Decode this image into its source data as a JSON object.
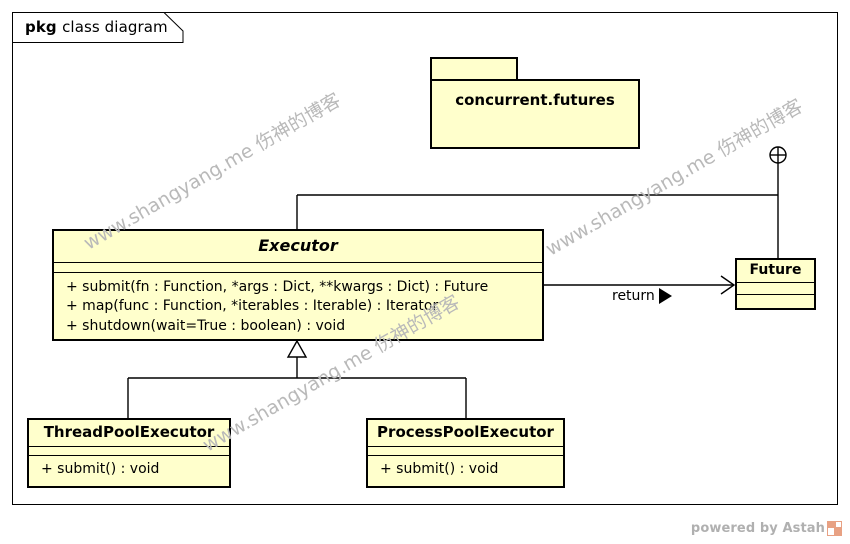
{
  "frame": {
    "keyword": "pkg",
    "title": "class diagram"
  },
  "package": {
    "name": "concurrent.futures",
    "containment_icon": "circle-plus-icon"
  },
  "classes": {
    "executor": {
      "name": "Executor",
      "abstract": true,
      "attributes": [],
      "operations": [
        "+ submit(fn : Function, *args : Dict, **kwargs : Dict) : Future",
        "+ map(func : Function, *iterables : Iterable) : Iterator",
        "+ shutdown(wait=True : boolean) : void"
      ]
    },
    "future": {
      "name": "Future",
      "abstract": false,
      "attributes": [],
      "operations": []
    },
    "thread_pool_executor": {
      "name": "ThreadPoolExecutor",
      "abstract": false,
      "attributes": [],
      "operations": [
        "+ submit() : void"
      ]
    },
    "process_pool_executor": {
      "name": "ProcessPoolExecutor",
      "abstract": false,
      "attributes": [],
      "operations": [
        "+ submit() : void"
      ]
    }
  },
  "relations": {
    "dependency_label": "return",
    "direction_icon": "solid-triangle-right-icon",
    "generalization_icon": "hollow-triangle-up-icon"
  },
  "watermarks": {
    "text": "www.shangyang.me 伤神的博客"
  },
  "credit": {
    "text": "powered by Astah",
    "logo_icon": "astah-logo-icon"
  },
  "colors": {
    "class_fill": "#ffffcc",
    "line": "#000000",
    "watermark": "#b9b9b9",
    "credit_text": "#b0b0b0",
    "credit_logo": "#e8a183"
  }
}
